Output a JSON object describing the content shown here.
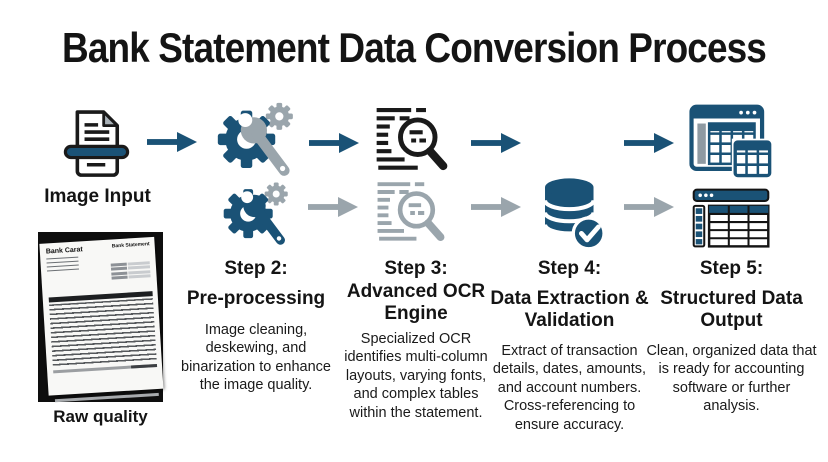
{
  "title": "Bank Statement Data Conversion Process",
  "colors": {
    "primary_blue": "#1a5276",
    "steel_gray": "#9aa5ac",
    "ink": "#141414"
  },
  "input": {
    "label": "Image Input",
    "caption": "Raw quality",
    "statement_bank_name": "Bank Carat",
    "statement_doc_title": "Bank Statement"
  },
  "steps": [
    {
      "label": "Step 2:",
      "title": "Pre-processing",
      "desc": "Image cleaning, deskewing, and binarization to enhance the image quality."
    },
    {
      "label": "Step 3:",
      "title": "Advanced OCR Engine",
      "desc": "Specialized OCR identifies multi-column layouts, varying fonts, and complex tables within the statement."
    },
    {
      "label": "Step 4:",
      "title": "Data Extraction & Validation",
      "desc": "Extract of transaction details, dates, amounts, and account numbers. Cross-referencing to ensure accuracy."
    },
    {
      "label": "Step 5:",
      "title": "Structured Data Output",
      "desc": "Clean, organized data that is ready for accounting software or further analysis."
    }
  ],
  "icons": {
    "scanner_document": "document with scan bar",
    "gears_wrench": "gear with wrench",
    "ocr_magnifier": "text lines with magnifying glass",
    "database_check": "database with checkmark",
    "output_window_tables": "window with spreadsheets",
    "output_table": "toolbar with data table",
    "flow_arrow": "right arrow"
  }
}
